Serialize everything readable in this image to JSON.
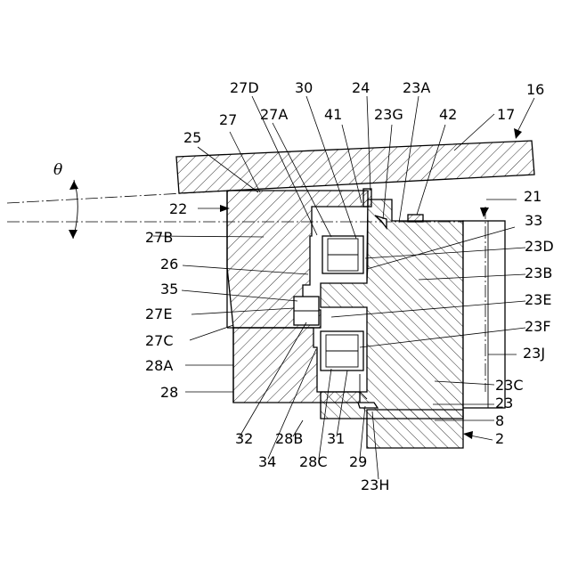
{
  "figure": {
    "theta": "θ",
    "labels": {
      "l2": "2",
      "l8": "8",
      "l16": "16",
      "l17": "17",
      "l21": "21",
      "l22": "22",
      "l23": "23",
      "l23A": "23A",
      "l23B": "23B",
      "l23C": "23C",
      "l23D": "23D",
      "l23E": "23E",
      "l23F": "23F",
      "l23G": "23G",
      "l23H": "23H",
      "l23J": "23J",
      "l24": "24",
      "l25": "25",
      "l26": "26",
      "l27": "27",
      "l27A": "27A",
      "l27B": "27B",
      "l27C": "27C",
      "l27D": "27D",
      "l27E": "27E",
      "l28": "28",
      "l28A": "28A",
      "l28B": "28B",
      "l28C": "28C",
      "l29": "29",
      "l30": "30",
      "l31": "31",
      "l32": "32",
      "l33": "33",
      "l34": "34",
      "l35": "35",
      "l41": "41",
      "l42": "42"
    }
  }
}
